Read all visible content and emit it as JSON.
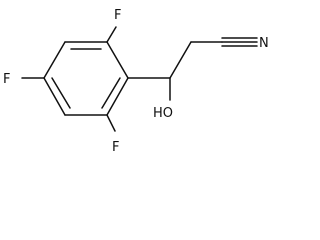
{
  "molecule": {
    "atoms": {
      "f_top": "F",
      "f_left": "F",
      "f_bottom": "F",
      "nitrogen": "N",
      "hydroxyl": "HO"
    }
  }
}
